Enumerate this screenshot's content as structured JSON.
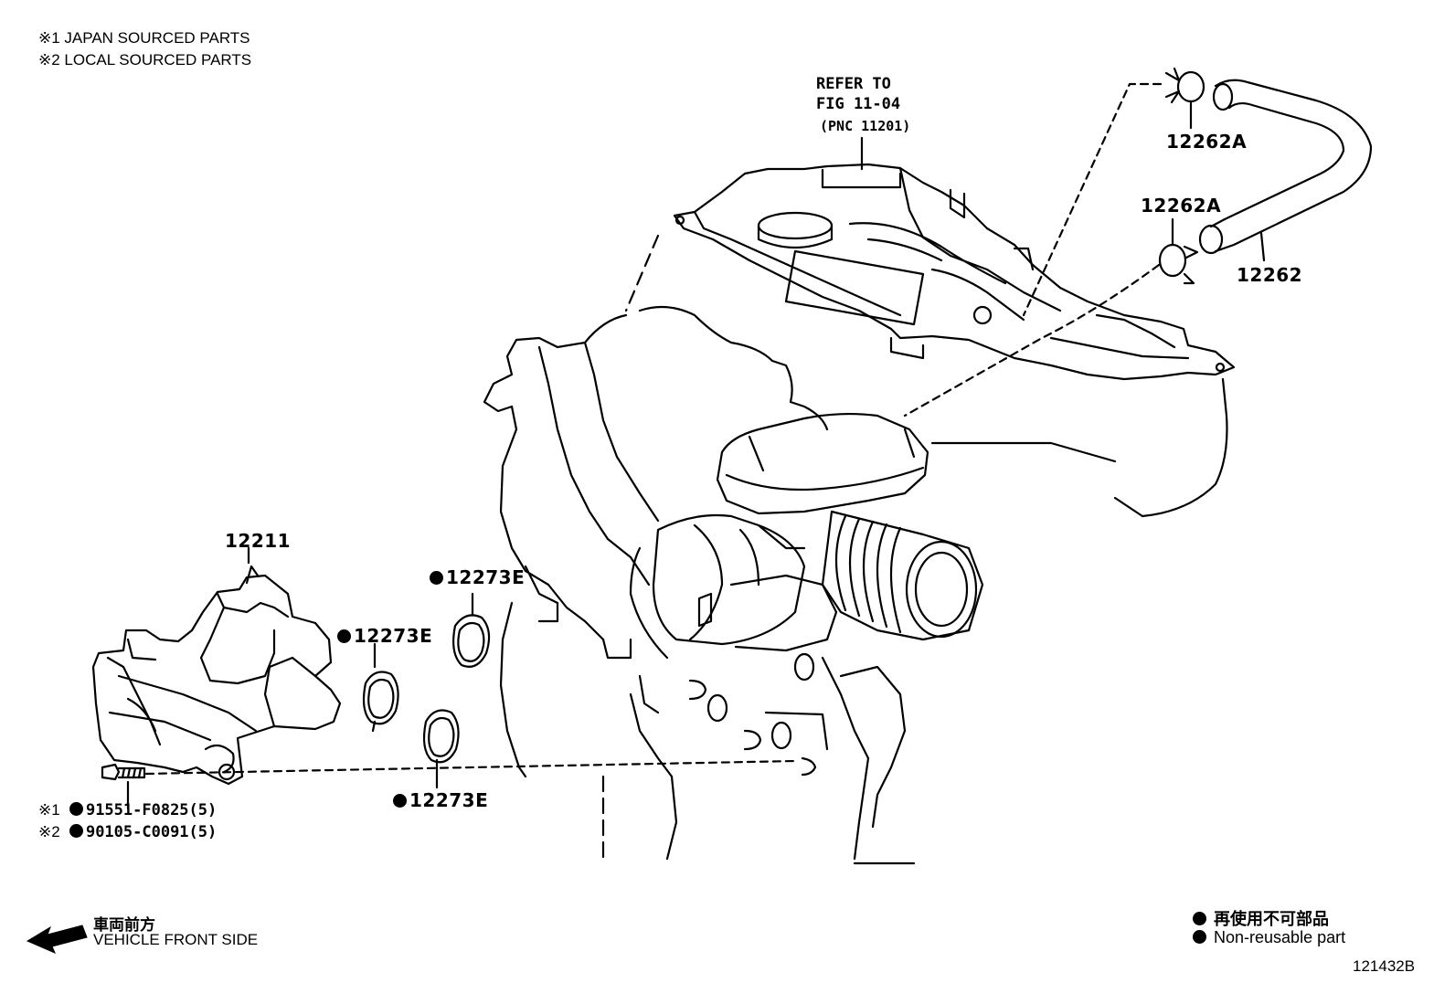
{
  "notes": {
    "japan": "※1 JAPAN SOURCED PARTS",
    "local": "※2 LOCAL SOURCED PARTS"
  },
  "refer": {
    "line1": "REFER TO",
    "line2": "FIG 11-04",
    "line3": "(PNC 11201)"
  },
  "parts": {
    "clamp_top": "12262A",
    "clamp_bottom": "12262A",
    "hose": "12262",
    "bracket": "12211",
    "gasket_upper": "12273E",
    "gasket_middle": "12273E",
    "gasket_lower": "12273E",
    "bolt_japan_mark": "※1",
    "bolt_japan": "91551-F0825(5)",
    "bolt_local_mark": "※2",
    "bolt_local": "90105-C0091(5)"
  },
  "direction": {
    "jp": "車両前方",
    "en": "VEHICLE FRONT SIDE",
    "arrow_icon": "arrow-left-icon"
  },
  "legend": {
    "jp": "再使用不可部品",
    "en": "Non-reusable part"
  },
  "figure_id": "121432B"
}
